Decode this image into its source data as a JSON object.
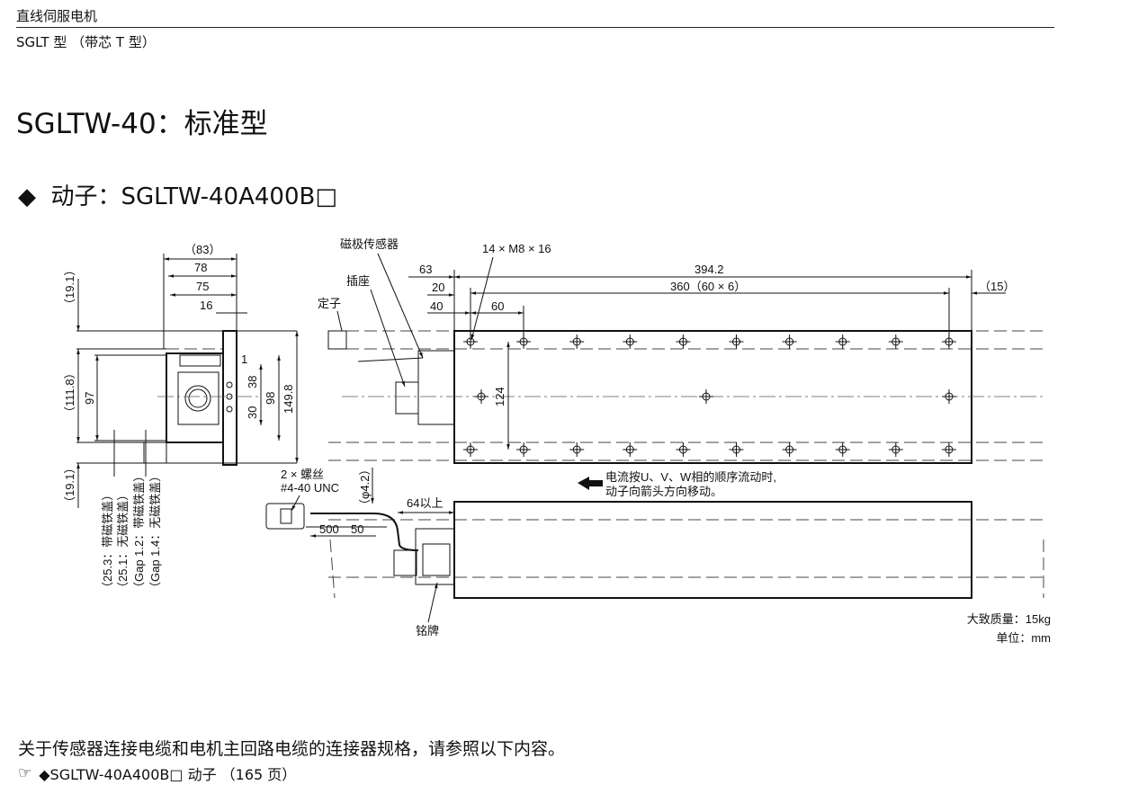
{
  "header": {
    "category": "直线伺服电机",
    "series": "SGLT 型 （带芯 T 型）"
  },
  "title": "SGLTW-40：标准型",
  "subtitle": {
    "bullet": "◆",
    "text": "动子：SGLTW-40A400B□"
  },
  "drawing": {
    "side_view": {
      "dim_83": "（83）",
      "dim_78": "78",
      "dim_75": "75",
      "dim_16": "16",
      "dim_19_1_top": "（19.1）",
      "dim_111_8": "（111.8）",
      "dim_19_1_bottom": "（19.1）",
      "dim_97": "97",
      "dim_1": "1",
      "dim_38": "38",
      "dim_30": "30",
      "dim_98": "98",
      "dim_149_8": "149.8",
      "note_1": "（25.3：带磁铁盖）",
      "note_2": "（25.1：无磁铁盖）",
      "note_3": "（Gap 1.2：带磁铁盖）",
      "note_4": "（Gap 1.4：无磁铁盖）"
    },
    "top_view": {
      "label_sensor": "磁极传感器",
      "label_socket": "插座",
      "label_stator": "定子",
      "label_holes": "14 × M8 × 16",
      "dim_63": "63",
      "dim_20": "20",
      "dim_40": "40",
      "dim_60": "60",
      "dim_394_2": "394.2",
      "dim_360": "360（60 × 6）",
      "dim_15": "（15）",
      "dim_124": "124",
      "direction_note_1": "电流按U、V、W相的顺序流动时,",
      "direction_note_2": "动子向箭头方向移动。"
    },
    "bottom_view": {
      "label_screws_1": "2 × 螺丝",
      "label_screws_2": "#4-40 UNC",
      "dim_phi": "（φ4.2）",
      "dim_64": "64以上",
      "dim_500": "500",
      "dim_50": "50",
      "label_nameplate": "铭牌"
    },
    "mass": "大致质量：15kg",
    "unit": "单位：mm"
  },
  "footer": {
    "note": "关于传感器连接电缆和电机主回路电缆的连接器规格，请参照以下内容。",
    "ref_icon": "pointing-hand-icon",
    "ref_link": "◆SGLTW-40A400B□ 动子 （165 页）"
  }
}
